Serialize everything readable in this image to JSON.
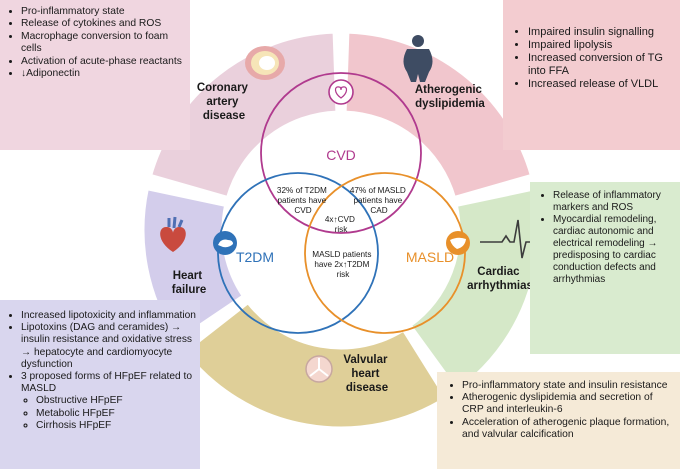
{
  "colors": {
    "pink": "#f0d6e0",
    "rose": "#f3ccd0",
    "green": "#d9ebcf",
    "lilac": "#d9d6ee",
    "cream": "#f5ead7",
    "sand": "#d9c78e",
    "cvd": "#b03a8e",
    "t2dm": "#2f72b8",
    "masld": "#e8902a"
  },
  "boxes": {
    "coronary": [
      "Pro-inflammatory state",
      "Release of cytokines and ROS",
      "Macrophage conversion to foam cells",
      "Activation of acute-phase reactants",
      "↓Adiponectin"
    ],
    "dyslipidemia": [
      "Impaired insulin signalling",
      "Impaired lipolysis",
      "Increased conversion of TG into FFA",
      "Increased release of VLDL"
    ],
    "arrhythmia": [
      "Release of inflammatory markers and ROS",
      "Myocardial remodeling,  cardiac autonomic and electrical remodeling → predisposing to cardiac conduction defects and arrhythmias"
    ],
    "heart_failure": {
      "items": [
        "Increased lipotoxicity and inflammation",
        "Lipotoxins (DAG and ceramides) → insulin resistance and oxidative stress → hepatocyte and cardiomyocyte dysfunction",
        "3 proposed forms of HFpEF related to MASLD"
      ],
      "sub_items": [
        "Obstructive HFpEF",
        "Metabolic HFpEF",
        "Cirrhosis HFpEF"
      ]
    },
    "valvular": [
      "Pro-inflammatory state and insulin resistance",
      "Atherogenic dyslipidemia and secretion of CRP and interleukin-6",
      "Acceleration of  atherogenic plaque formation, and valvular calcification"
    ]
  },
  "segments": {
    "coronary": [
      "Coronary",
      "artery",
      "disease"
    ],
    "dyslipidemia": [
      "Atherogenic",
      "dyslipidemia"
    ],
    "arrhythmia": [
      "Cardiac",
      "arrhythmias"
    ],
    "valvular": [
      "Valvular",
      "heart",
      "disease"
    ],
    "heart_failure": [
      "Heart",
      "failure"
    ]
  },
  "venn": {
    "cvd_label": "CVD",
    "t2dm_label": "T2DM",
    "masld_label": "MASLD",
    "cvd_t2dm": [
      "32% of T2DM",
      "patients have",
      "CVD"
    ],
    "cvd_masld": [
      "47% of MASLD",
      "patients have",
      "CAD"
    ],
    "center": [
      "4x↑CVD",
      "risk"
    ],
    "t2dm_masld": [
      "MASLD patients",
      "have 2x↑T2DM",
      "risk"
    ]
  },
  "icons": [
    "artery-icon",
    "obese-person-icon",
    "heart-icon",
    "pancreas-icon",
    "ecg-icon",
    "liver-icon",
    "heart-valve-icon"
  ]
}
